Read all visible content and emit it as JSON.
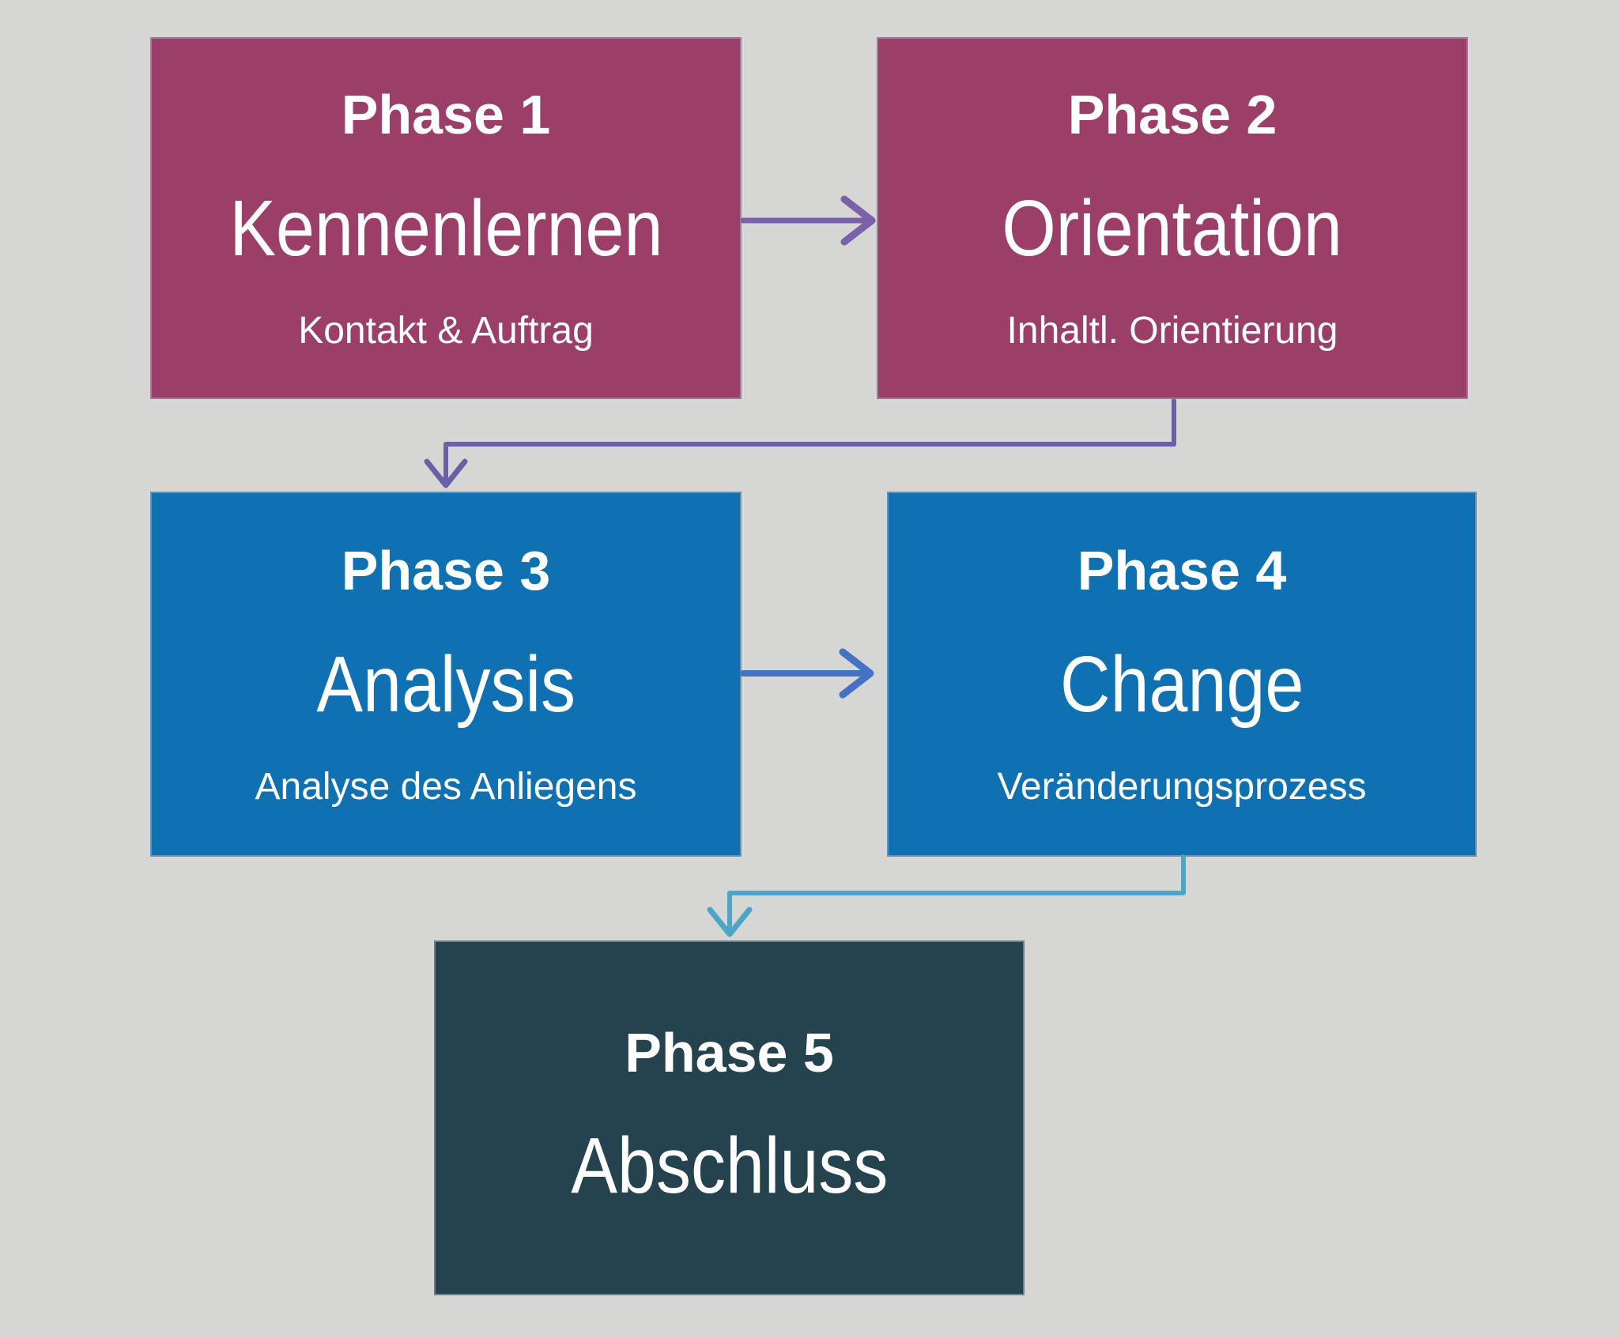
{
  "diagram_title": "Five phase process flow",
  "background_color": "#d6d6d5",
  "phases": [
    {
      "title": "Phase 1",
      "name": "Kennenlernen",
      "subtitle": "Kontakt & Auftrag",
      "color": "#9c3f68"
    },
    {
      "title": "Phase 2",
      "name": "Orientation",
      "subtitle": "Inhaltl. Orientierung",
      "color": "#9c3f68"
    },
    {
      "title": "Phase 3",
      "name": "Analysis",
      "subtitle": "Analyse des Anliegens",
      "color": "#0f70b2"
    },
    {
      "title": "Phase 4",
      "name": "Change",
      "subtitle": "Veränderungsprozess",
      "color": "#0f70b2"
    },
    {
      "title": "Phase 5",
      "name": "Abschluss",
      "subtitle": "",
      "color": "#24434f"
    }
  ],
  "connectors": [
    {
      "from": "Phase 1",
      "to": "Phase 2",
      "shape": "straight-right-arrow",
      "color": "#7b62a8"
    },
    {
      "from": "Phase 2",
      "to": "Phase 3",
      "shape": "elbow-down-left-arrow",
      "color": "#6a60a8"
    },
    {
      "from": "Phase 3",
      "to": "Phase 4",
      "shape": "straight-right-arrow",
      "color": "#4472c4"
    },
    {
      "from": "Phase 4",
      "to": "Phase 5",
      "shape": "elbow-down-left-arrow",
      "color": "#4ba5c4"
    }
  ]
}
